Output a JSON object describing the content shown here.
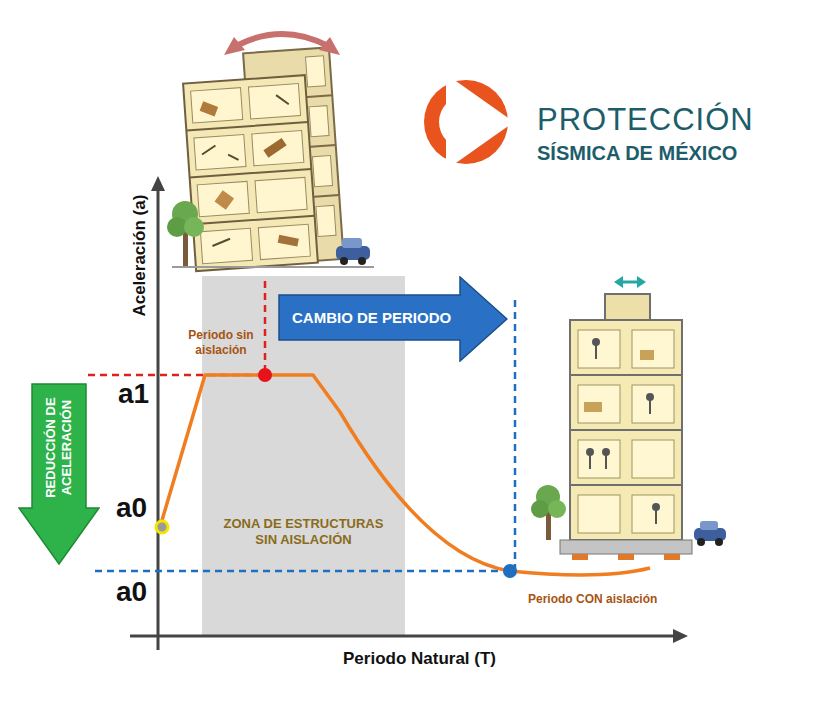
{
  "diagram": {
    "nodes": [
      {
        "text": [
          "ZONA DE ESTRUCTURAS SIN AISLACIÓN"
        ]
      },
      {
        "text": [
          "CAMBIO DE PERIODO"
        ]
      },
      {
        "text": [
          "REDUCCIÓN DE ACELERACIÓN"
        ]
      }
    ],
    "labels": [
      "PROTECCIÓN",
      "SÍSMICA DE MÉXICO",
      "Aceleración (a)",
      "Periodo sin aislación",
      "a1",
      "a0",
      "a0",
      "Periodo Natural (T)",
      "Periodo CON aislación"
    ]
  }
}
